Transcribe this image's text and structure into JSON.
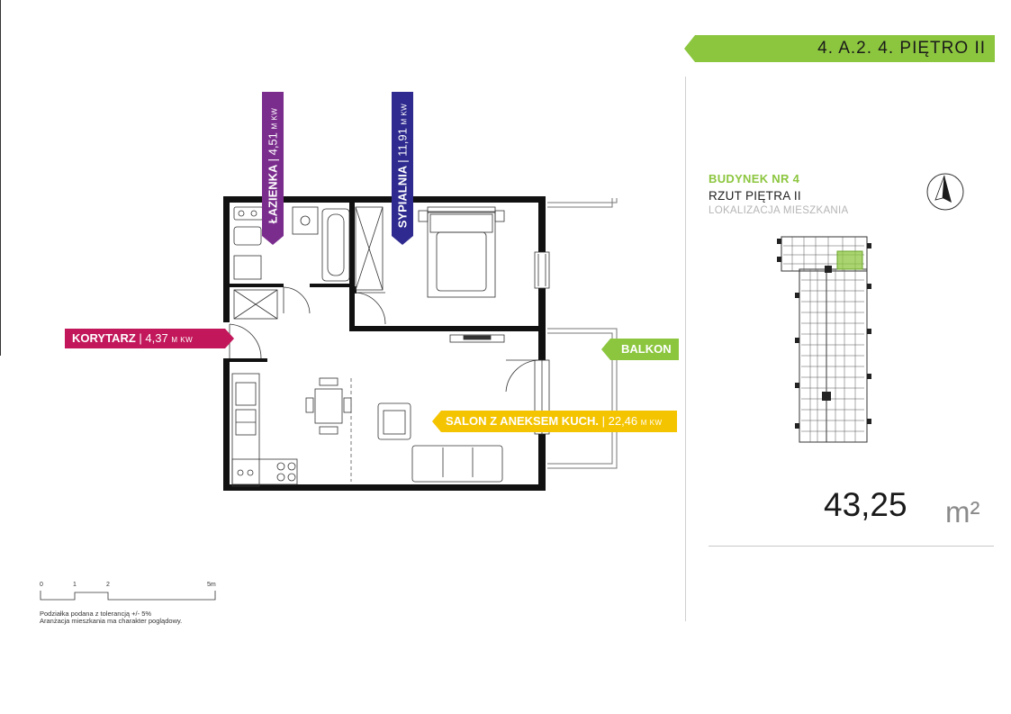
{
  "header": {
    "apartment_code": "4.  A.2.  4.  PIĘTRO II"
  },
  "sidebar": {
    "building": "BUDYNEK NR 4",
    "floor_plan": "RZUT PIĘTRA II",
    "location_label": "LOKALIZACJA MIESZKANIA",
    "area_value": "43,25",
    "area_unit": "m²"
  },
  "rooms": {
    "korytarz": {
      "name": "KORYTARZ",
      "area": "4,37",
      "unit": "M KW"
    },
    "lazienka": {
      "name": "ŁAZIENKA",
      "area": "4,51",
      "unit": "M KW"
    },
    "sypialnia": {
      "name": "SYPIALNIA",
      "area": "11,91",
      "unit": "M KW"
    },
    "salon": {
      "name": "SALON Z ANEKSEM KUCH.",
      "area": "22,46",
      "unit": "M KW"
    },
    "balkon": {
      "name": "BALKON"
    }
  },
  "scale": {
    "ticks": [
      "0",
      "1",
      "2",
      "5m"
    ],
    "note_1": "Podziałka podana z tolerancją +/- 5%",
    "note_2": "Aranżacja mieszkania ma charakter poglądowy."
  },
  "colors": {
    "accent_green": "#8cc63f",
    "korytarz": "#c2185b",
    "lazienka": "#7b2d8e",
    "sypialnia": "#2e2a8f",
    "salon": "#f5c400",
    "balkon": "#8cc63f"
  },
  "icons": {
    "compass": "north-arrow-icon"
  }
}
